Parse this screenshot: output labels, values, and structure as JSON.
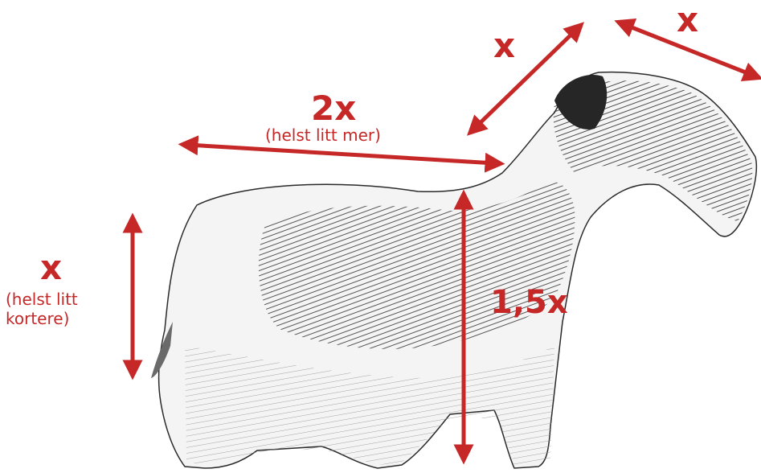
{
  "colors": {
    "accent": "#c62828",
    "ink": "#1e1e1e",
    "shade": "#5c5c5c",
    "paper": "#ffffff"
  },
  "illustration": {
    "subject": "dog-sketch-icon"
  },
  "labels": {
    "neck": "x",
    "head": "x",
    "back": "2x",
    "back_note": "(helst litt mer)",
    "croup": "x",
    "croup_note_line1": "(helst litt",
    "croup_note_line2": "kortere)",
    "height": "1,5x"
  }
}
